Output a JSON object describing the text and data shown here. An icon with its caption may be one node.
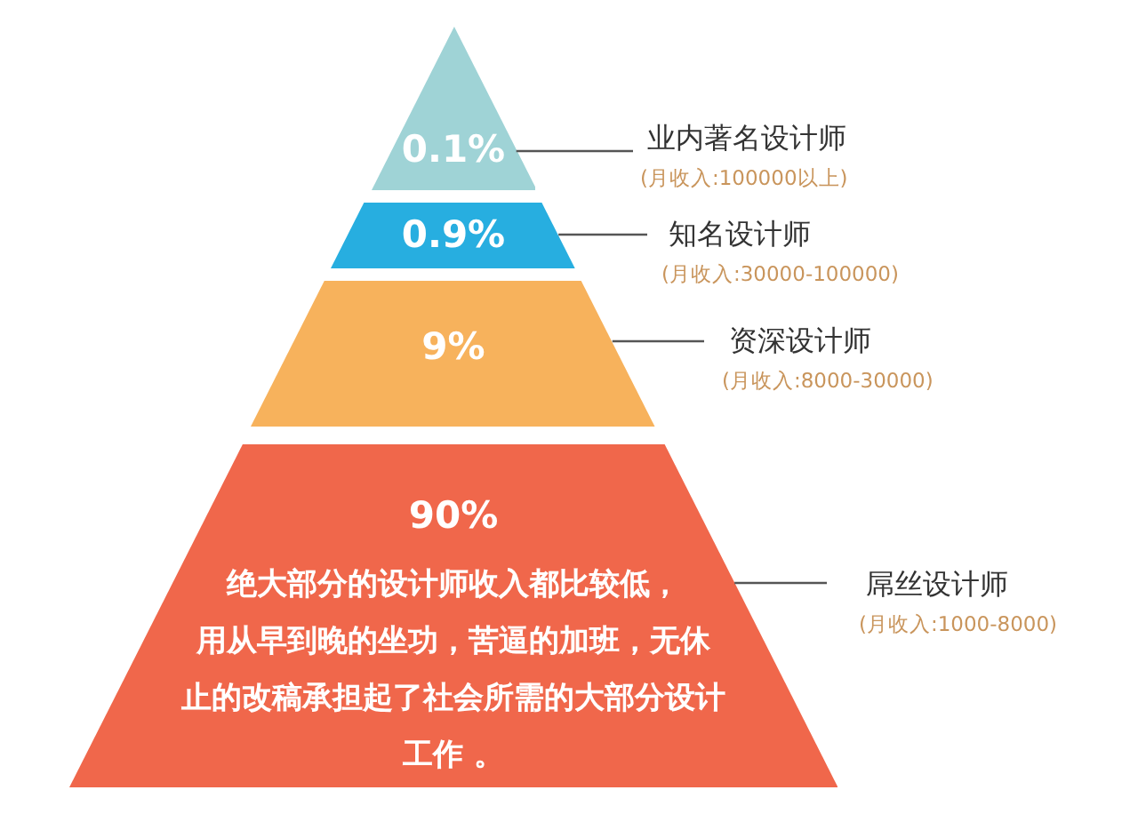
{
  "diagram": {
    "nodes": [
      {
        "text": [
          "0.1%"
        ]
      },
      {
        "text": [
          "0.9%"
        ]
      },
      {
        "text": [
          "9%"
        ]
      },
      {
        "text": [
          "90%",
          "绝大部分的设计师收入都比较低，用从早到晚的坐功，苦逼的加班，无休止的改稿承担起了社会所需的大部分设计工作 。"
        ]
      },
      {
        "text": [
          "业内著名设计师",
          "(月收入:100000以上)"
        ]
      },
      {
        "text": [
          "知名设计师",
          "(月收入:30000-100000)"
        ]
      },
      {
        "text": [
          "资深设计师",
          "(月收入:8000-30000)"
        ]
      },
      {
        "text": [
          "屌丝设计师",
          "(月收入:1000-8000)"
        ]
      }
    ],
    "edges": [
      {
        "from": 4,
        "to": 0,
        "arrow": "none"
      },
      {
        "from": 5,
        "to": 1,
        "arrow": "none"
      },
      {
        "from": 6,
        "to": 2,
        "arrow": "none"
      },
      {
        "from": 7,
        "to": 3,
        "arrow": "none"
      }
    ]
  }
}
